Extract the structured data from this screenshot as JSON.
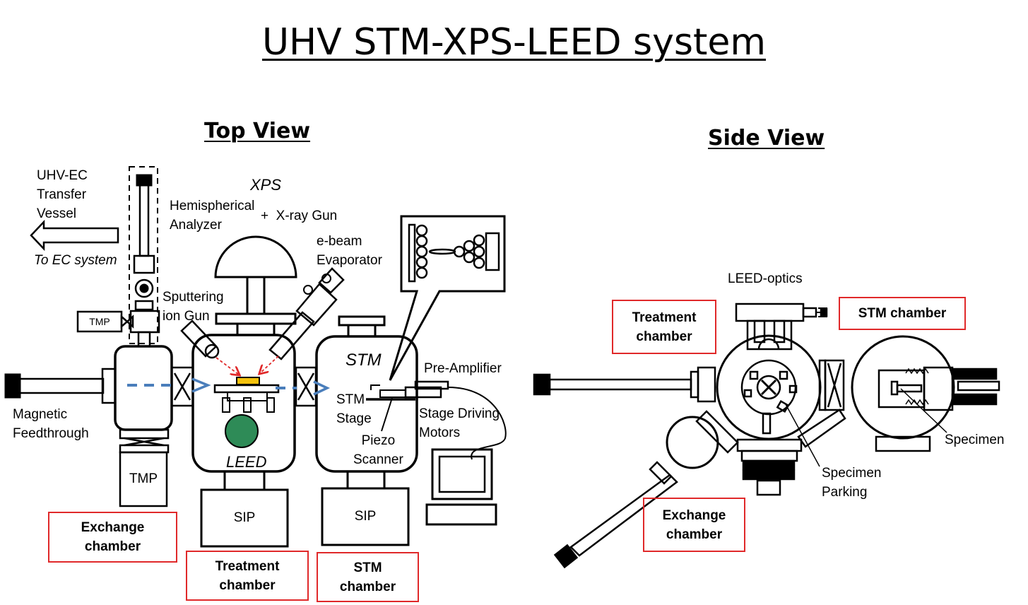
{
  "title": "UHV STM-XPS-LEED system",
  "top_view": {
    "heading": "Top View",
    "labels": {
      "uhv_ec": "UHV-EC\nTransfer\nVessel",
      "to_ec": "To EC system",
      "xps": "XPS",
      "hemispherical": "Hemispherical\nAnalyzer",
      "xray": "+  X-ray Gun",
      "ebeam": "e-beam\nEvaporator",
      "sputtering": "Sputtering\nion Gun",
      "tmp_small": "TMP",
      "tmp_large": "TMP",
      "magnetic": "Magnetic\nFeedthrough",
      "stm_italic": "STM",
      "leed_italic": "LEED",
      "pre_amp": "Pre-Amplifier",
      "stm_stage": "STM\nStage",
      "stage_driving": "Stage Driving\nMotors",
      "piezo": "Piezo\nScanner",
      "sip_left": "SIP",
      "sip_right": "SIP"
    },
    "chambers": {
      "exchange": "Exchange\nchamber",
      "treatment": "Treatment\nchamber",
      "stm": "STM\nchamber"
    }
  },
  "side_view": {
    "heading": "Side View",
    "labels": {
      "leed_optics": "LEED-optics",
      "specimen": "Specimen",
      "specimen_parking": "Specimen\nParking"
    },
    "chambers": {
      "treatment": "Treatment\nchamber",
      "stm": "STM chamber",
      "exchange": "Exchange\nchamber"
    }
  },
  "colors": {
    "callout_border": "#e0292a",
    "transfer_arrow": "#4a7ebb",
    "beam_arrow": "#e0292a",
    "leed_screen": "#2e8b57",
    "sample": "#f4c20d"
  }
}
